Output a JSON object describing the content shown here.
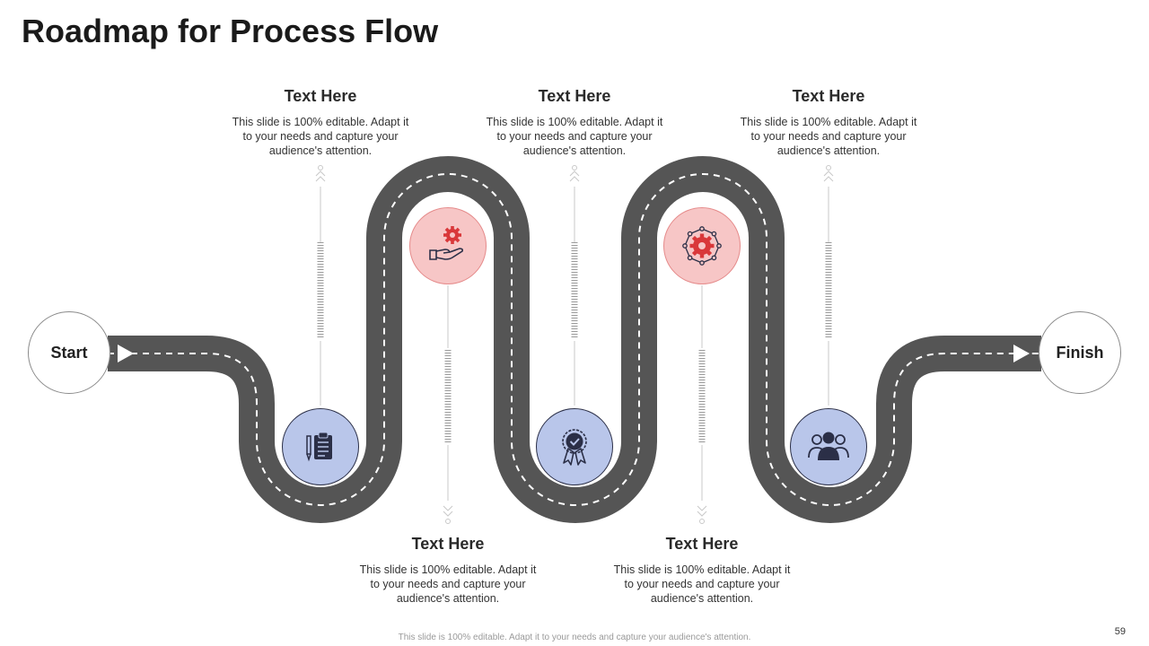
{
  "slide": {
    "title": "Roadmap for Process Flow",
    "start_label": "Start",
    "finish_label": "Finish",
    "footer": "This slide is 100% editable. Adapt it to your needs and capture your audience's attention.",
    "page_number": "59"
  },
  "colors": {
    "road": "#555555",
    "blue_fill": "#b9c6ea",
    "red_fill": "#f7c6c6",
    "icon_dark": "#2b2f47",
    "icon_red": "#d9383a"
  },
  "steps": [
    {
      "heading": "Text Here",
      "body": "This slide is 100% editable. Adapt it to your needs and capture your audience's attention.",
      "icon": "clipboard-icon"
    },
    {
      "heading": "Text Here",
      "body": "This slide is 100% editable. Adapt it to your needs and capture your audience's attention.",
      "icon": "gear-hand-icon"
    },
    {
      "heading": "Text Here",
      "body": "This slide is 100% editable. Adapt it to your needs and capture your audience's attention.",
      "icon": "award-badge-icon"
    },
    {
      "heading": "Text Here",
      "body": "This slide is 100% editable. Adapt it to your needs and capture your audience's attention.",
      "icon": "network-gear-icon"
    },
    {
      "heading": "Text Here",
      "body": "This slide is 100% editable. Adapt it to your needs and capture your audience's attention.",
      "icon": "team-users-icon"
    }
  ]
}
